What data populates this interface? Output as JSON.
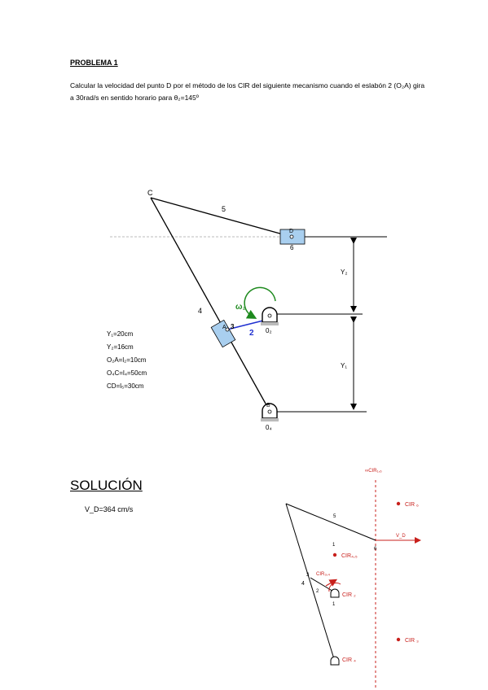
{
  "problem": {
    "title": "PROBLEMA 1",
    "statement": "Calcular la velocidad del punto D por el método de los CIR del siguiente mecanismo cuando el eslabón 2 (O₂A) gira a 30rad/s en sentido horario para θ₂=145º"
  },
  "diagram": {
    "labels": {
      "C": "C",
      "D": "D",
      "A": "A",
      "B": "B",
      "link5": "5",
      "link6": "6",
      "link4": "4",
      "link3": "3",
      "link2": "2",
      "omega": "ω₂",
      "o2": "0₂",
      "o4": "0₄",
      "y1": "Y₁",
      "y2": "Y₂"
    },
    "givens": [
      "Y₁=20cm",
      "Y₂=16cm",
      "O₂A=l₂=10cm",
      "O₄C=l₄=50cm",
      "CD=l₅=30cm"
    ]
  },
  "solution": {
    "title": "SOLUCIÓN",
    "velocity": "V_D=364 cm/s",
    "labels": {
      "cir_top": "∞CIR₁,₆",
      "cir6": "CIR ₆",
      "cir45": "CIR₄,₅",
      "cir34": "CIR₃,₄",
      "cir2": "CIR ₂",
      "cir3": "CIR ₃",
      "cir4": "CIR ₄",
      "vd": "V_D",
      "link5": "5",
      "link4": "4",
      "link2": "2",
      "pt6": "6",
      "pt1": "1",
      "pt1b": "1",
      "pt3": "3"
    }
  },
  "colors": {
    "slider_fill": "#a9cfef",
    "link2_color": "#1f2fd0",
    "omega_color": "#1e8a1e",
    "cir_color": "#c8201c"
  }
}
